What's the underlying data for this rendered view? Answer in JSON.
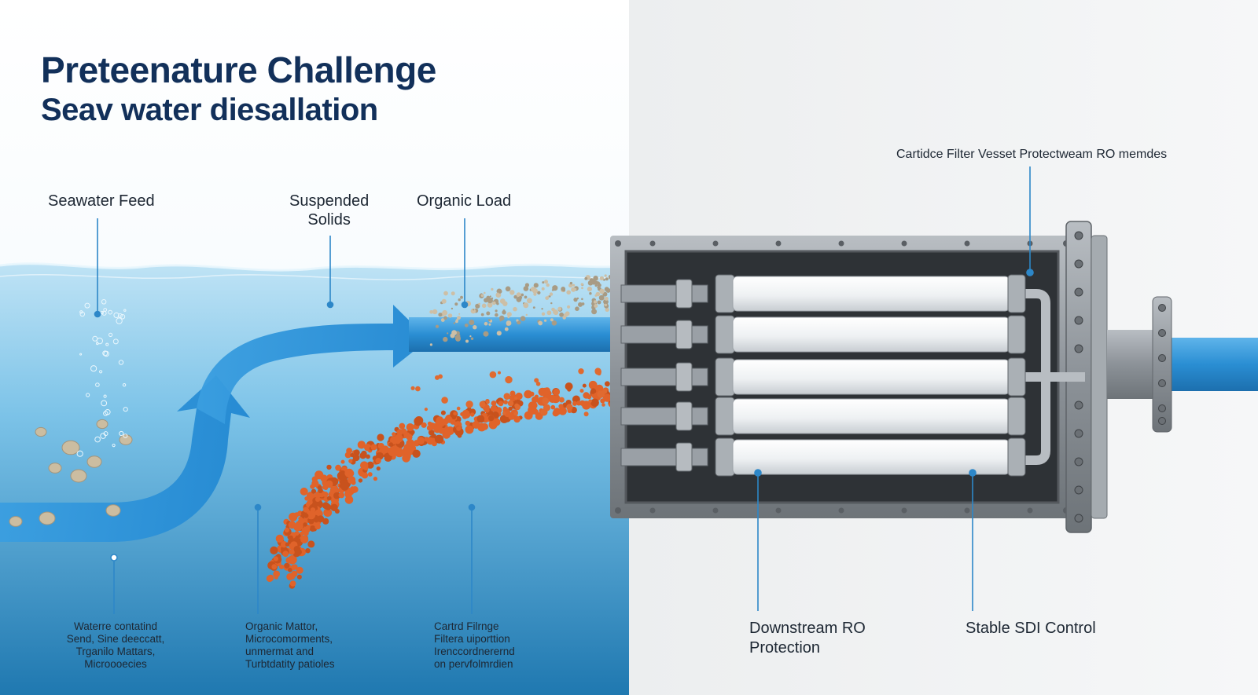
{
  "title": {
    "line1": "Preteenature Challenge",
    "line2": "Seav water diesallation"
  },
  "callouts": {
    "seawater_feed": "Seawater Feed",
    "suspended_solids": "Suspended\nSolids",
    "organic_load": "Organic Load",
    "cartridge_vessel": "Cartidce Filter Vesset Protectweam RO memdes",
    "downstream_ro": "Downstream RO\nProtection",
    "stable_sdi": "Stable SDI Control"
  },
  "notes": {
    "water_contains": "Waterre contatind\nSend, Sine deeccatt,\nTrganilo Mattars,\nMicroooecies",
    "organic_matter": "Organic Mattor,\nMicrocomorments,\nunmermat and\nTurbtdatity patioles",
    "cartridge_filtration": "Cartrd Filrnge\nFiltera uiporttion\nIrenccordnerernd\non pervfolmrdien"
  },
  "colors": {
    "title": "#12305a",
    "water_top": "#7cc6ea",
    "water_deep": "#1f7fb8",
    "flow_arrow": "#2d93d6",
    "organic": "#e0632a",
    "sediment": "#c9b9a0",
    "housing": "#8a8f95",
    "cartridge": "#f4f6f7",
    "accent_line": "#2d87c8"
  }
}
